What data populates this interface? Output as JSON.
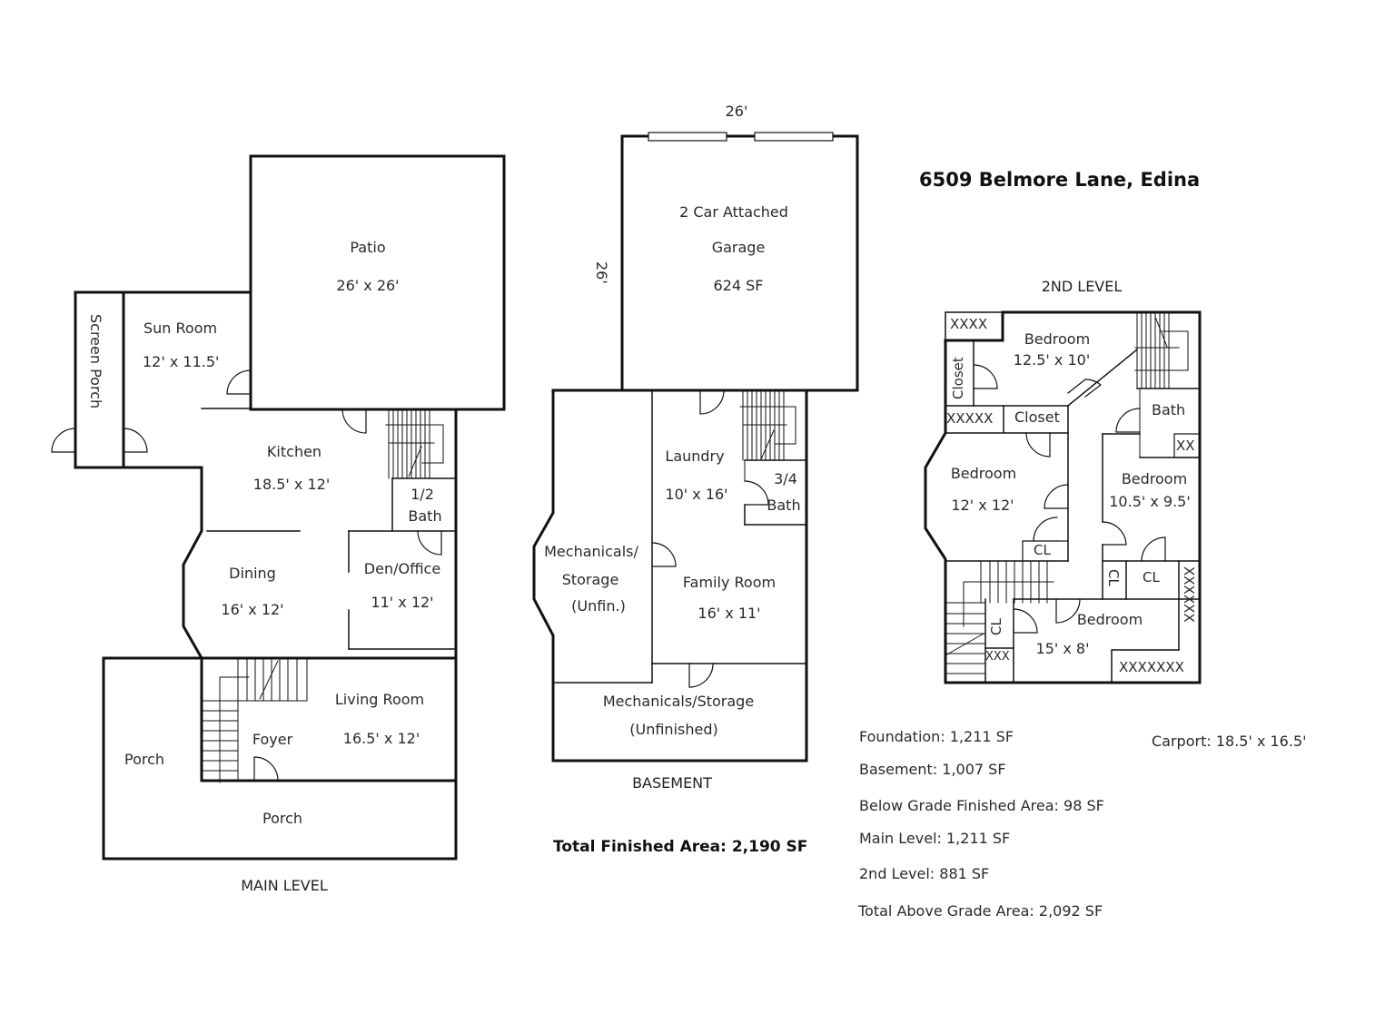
{
  "title": "6509 Belmore Lane, Edina",
  "main_level": {
    "label": "MAIN LEVEL",
    "rooms": [
      {
        "name": "Patio",
        "size": "26' x 26'"
      },
      {
        "name": "Screen Porch",
        "size": ""
      },
      {
        "name": "Sun Room",
        "size": "12' x 11.5'"
      },
      {
        "name": "Kitchen",
        "size": "18.5' x 12'"
      },
      {
        "name": "1/2",
        "size": "Bath"
      },
      {
        "name": "Dining",
        "size": "16' x 12'"
      },
      {
        "name": "Den/Office",
        "size": "11' x 12'"
      },
      {
        "name": "Living Room",
        "size": "16.5' x 12'"
      },
      {
        "name": "Foyer",
        "size": ""
      },
      {
        "name": "Porch",
        "size": ""
      },
      {
        "name": "Porch",
        "size": ""
      }
    ]
  },
  "basement": {
    "label": "BASEMENT",
    "garage": {
      "line1": "2 Car Attached",
      "line2": "Garage",
      "area": "624 SF",
      "dim_top": "26'",
      "dim_side": "26'"
    },
    "rooms": [
      {
        "name": "Laundry",
        "size": "10' x 16'"
      },
      {
        "name": "3/4",
        "size": "Bath"
      },
      {
        "name": "Mechanicals/",
        "line2": "Storage",
        "line3": "(Unfin.)"
      },
      {
        "name": "Family Room",
        "size": "16' x 11'"
      },
      {
        "name": "Mechanicals/Storage",
        "size": "(Unfinished)"
      }
    ]
  },
  "second_level": {
    "label": "2ND LEVEL",
    "rooms": [
      {
        "name": "Bedroom",
        "size": "12.5' x 10'"
      },
      {
        "name": "Closet"
      },
      {
        "name": "Closet"
      },
      {
        "name": "Bath"
      },
      {
        "name": "Bedroom",
        "size": "12' x 12'"
      },
      {
        "name": "Bedroom",
        "size": "10.5' x 9.5'"
      },
      {
        "name": "Bedroom",
        "size": "15' x 8'"
      },
      {
        "name": "CL"
      },
      {
        "name": "CL"
      },
      {
        "name": "CL"
      },
      {
        "name": "CL"
      }
    ],
    "marks": {
      "m1": "XXXX",
      "m2": "XXXXX",
      "m3": "XX",
      "m4": "XXXXXXX",
      "m5": "XXXXXX",
      "m6": "XXX"
    }
  },
  "totals": {
    "total_finished": "Total Finished Area: 2,190 SF",
    "foundation": "Foundation: 1,211 SF",
    "basement": "Basement: 1,007 SF",
    "below_grade": "Below Grade Finished Area: 98 SF",
    "main_level": "Main Level: 1,211 SF",
    "second_level": "2nd Level: 881 SF",
    "total_above": "Total Above Grade Area: 2,092 SF",
    "carport": "Carport: 18.5' x 16.5'"
  }
}
